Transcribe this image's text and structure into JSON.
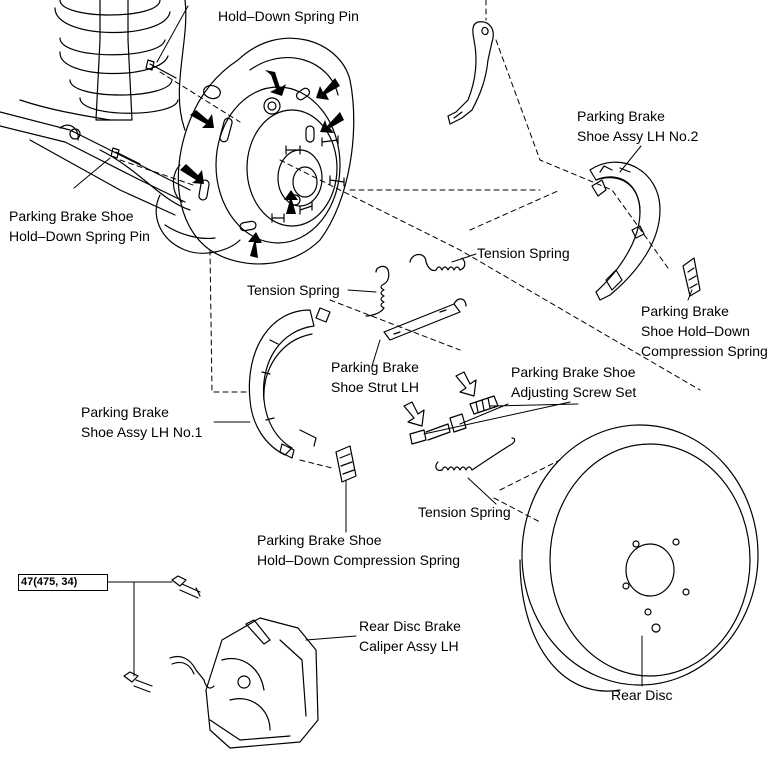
{
  "labels": {
    "hold_down_spring_pin_top": [
      "Hold–Down Spring Pin"
    ],
    "hold_down_spring_pin_left": [
      "Parking Brake Shoe",
      "Hold–Down Spring Pin"
    ],
    "shoe_assy_lh_no2": [
      "Parking Brake",
      "Shoe Assy LH No.2"
    ],
    "tension_spring_top": [
      "Tension Spring"
    ],
    "tension_spring_left": [
      "Tension Spring"
    ],
    "shoe_hold_down_compression_spring_right": [
      "Parking Brake",
      "Shoe Hold–Down",
      "Compression Spring"
    ],
    "shoe_strut_lh": [
      "Parking Brake",
      "Shoe Strut LH"
    ],
    "adjusting_screw_set": [
      "Parking Brake Shoe",
      "Adjusting Screw Set"
    ],
    "shoe_assy_lh_no1": [
      "Parking Brake",
      "Shoe Assy LH No.1"
    ],
    "tension_spring_bottom": [
      "Tension Spring"
    ],
    "hold_down_compression_spring_bottom": [
      "Parking Brake Shoe",
      "Hold–Down Compression Spring"
    ],
    "caliper_assy_lh": [
      "Rear Disc Brake",
      "Caliper Assy LH"
    ],
    "rear_disc": [
      "Rear Disc"
    ]
  },
  "torque_spec": "47(475, 34)",
  "colors": {
    "ink": "#000000",
    "background": "#ffffff"
  }
}
